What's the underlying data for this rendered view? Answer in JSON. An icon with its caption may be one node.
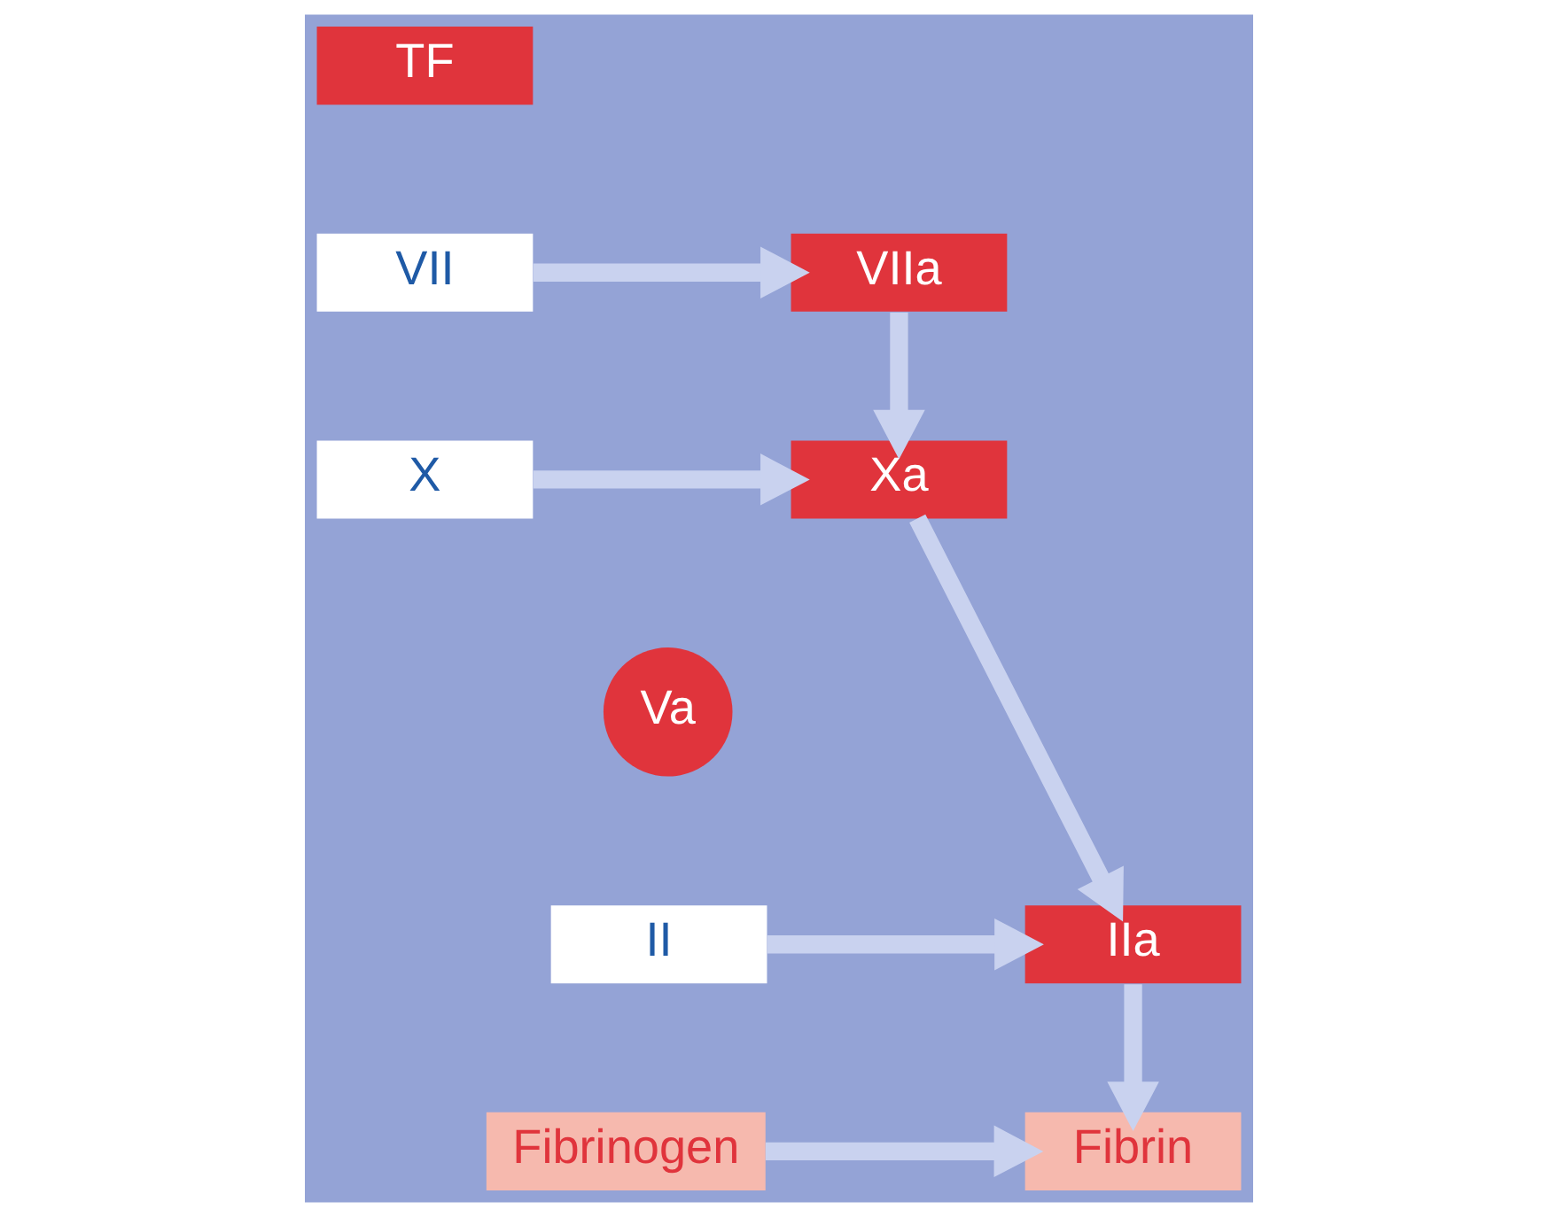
{
  "diagram": {
    "nodes": [
      {
        "text": [
          "TF"
        ]
      },
      {
        "text": [
          "VIIa"
        ]
      },
      {
        "text": [
          "VII"
        ]
      },
      {
        "text": [
          "X"
        ]
      },
      {
        "text": [
          "Xa"
        ]
      },
      {
        "text": [
          "Va"
        ]
      },
      {
        "text": [
          "II"
        ]
      },
      {
        "text": [
          "IIa"
        ]
      },
      {
        "text": [
          "Fibrinogen"
        ]
      },
      {
        "text": [
          "Fibrin"
        ]
      }
    ],
    "edges": [
      {
        "from": 2,
        "to": 1,
        "arrow": "to"
      },
      {
        "from": 1,
        "to": 4,
        "arrow": "to"
      },
      {
        "from": 3,
        "to": 4,
        "arrow": "to"
      },
      {
        "from": 4,
        "to": 7,
        "arrow": "to"
      },
      {
        "from": 6,
        "to": 7,
        "arrow": "to"
      },
      {
        "from": 7,
        "to": 9,
        "arrow": "to"
      },
      {
        "from": 8,
        "to": 9,
        "arrow": "to"
      }
    ]
  }
}
